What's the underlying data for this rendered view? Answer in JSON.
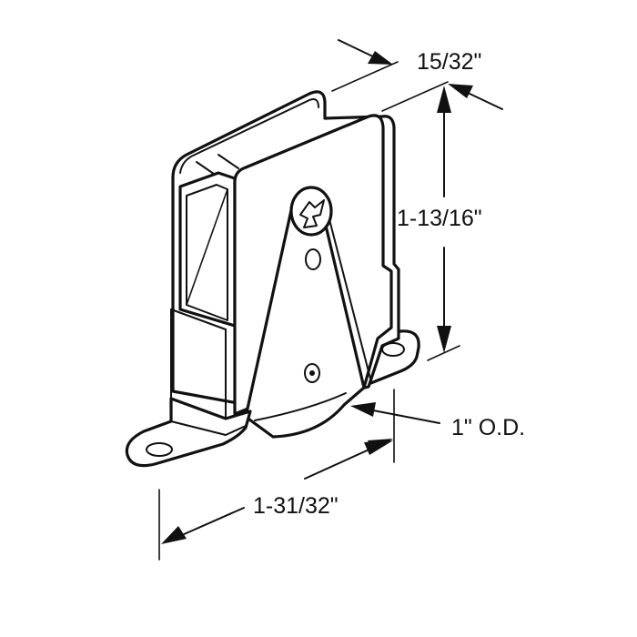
{
  "diagram": {
    "subject": "sliding door roller assembly",
    "line_color": "#111111",
    "background": "#ffffff",
    "dimensions": {
      "thickness": "15/32\"",
      "height": "1-13/16\"",
      "wheel_diameter": "1\" O.D.",
      "width": "1-31/32\""
    }
  }
}
